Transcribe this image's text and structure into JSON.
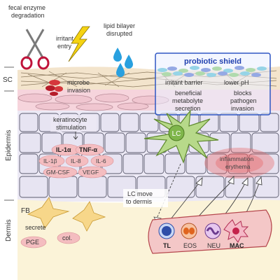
{
  "layers": {
    "sc": "SC",
    "epidermis": "Epidermis",
    "dermis": "Dermis"
  },
  "top_labels": {
    "fecal_enzyme_line1": "fecal enzyme",
    "fecal_enzyme_line2": "degradation",
    "irritant_line1": "irritant",
    "irritant_line2": "entry",
    "lipid_line1": "lipid bilayer",
    "lipid_line2": "disrupted"
  },
  "microbe_line1": "microbe",
  "microbe_line2": "invasion",
  "probiotic": {
    "title": "probiotic shield",
    "irritant_barrier": "irritant barrier",
    "lower_ph": "lower pH",
    "beneficial_line1": "beneficial",
    "beneficial_line2": "metabolyte",
    "beneficial_line3": "secretion",
    "blocks_line1": "blocks",
    "blocks_line2": "pathogen",
    "blocks_line3": "invasion"
  },
  "keratinocyte": {
    "line1": "keratinocyte",
    "line2": "stimulation"
  },
  "cytokines": [
    "IL-1α",
    "TNF-α",
    "IL-1β",
    "IL-8",
    "IL-6",
    "GM-CSF",
    "VEGF"
  ],
  "lc": {
    "cell": "LC",
    "move_line1": "LC move",
    "move_line2": "to dermis"
  },
  "inflammation": {
    "line1": "inflammation",
    "line2": "erythema"
  },
  "fb": {
    "label": "FB",
    "secrete": "secrete",
    "pge": "PGE",
    "col": "col."
  },
  "immune_cells": [
    "TL",
    "EOS",
    "NEU",
    "MAC"
  ],
  "colors": {
    "sc_fill": "#f3e4cc",
    "epidermis_pink": "#f6d4dc",
    "cell_fill": "#e7e4f2",
    "cell_stroke": "#5b5b6e",
    "dermis_fill": "#fbf3d8",
    "lc_green": "#b7d98a",
    "shield_border": "#2f56c4",
    "shield_title": "#1f3fae",
    "cytokine_fill": "#f4bdc0",
    "fb_fill": "#f7d78a",
    "vessel_fill": "#f4c7c7"
  }
}
